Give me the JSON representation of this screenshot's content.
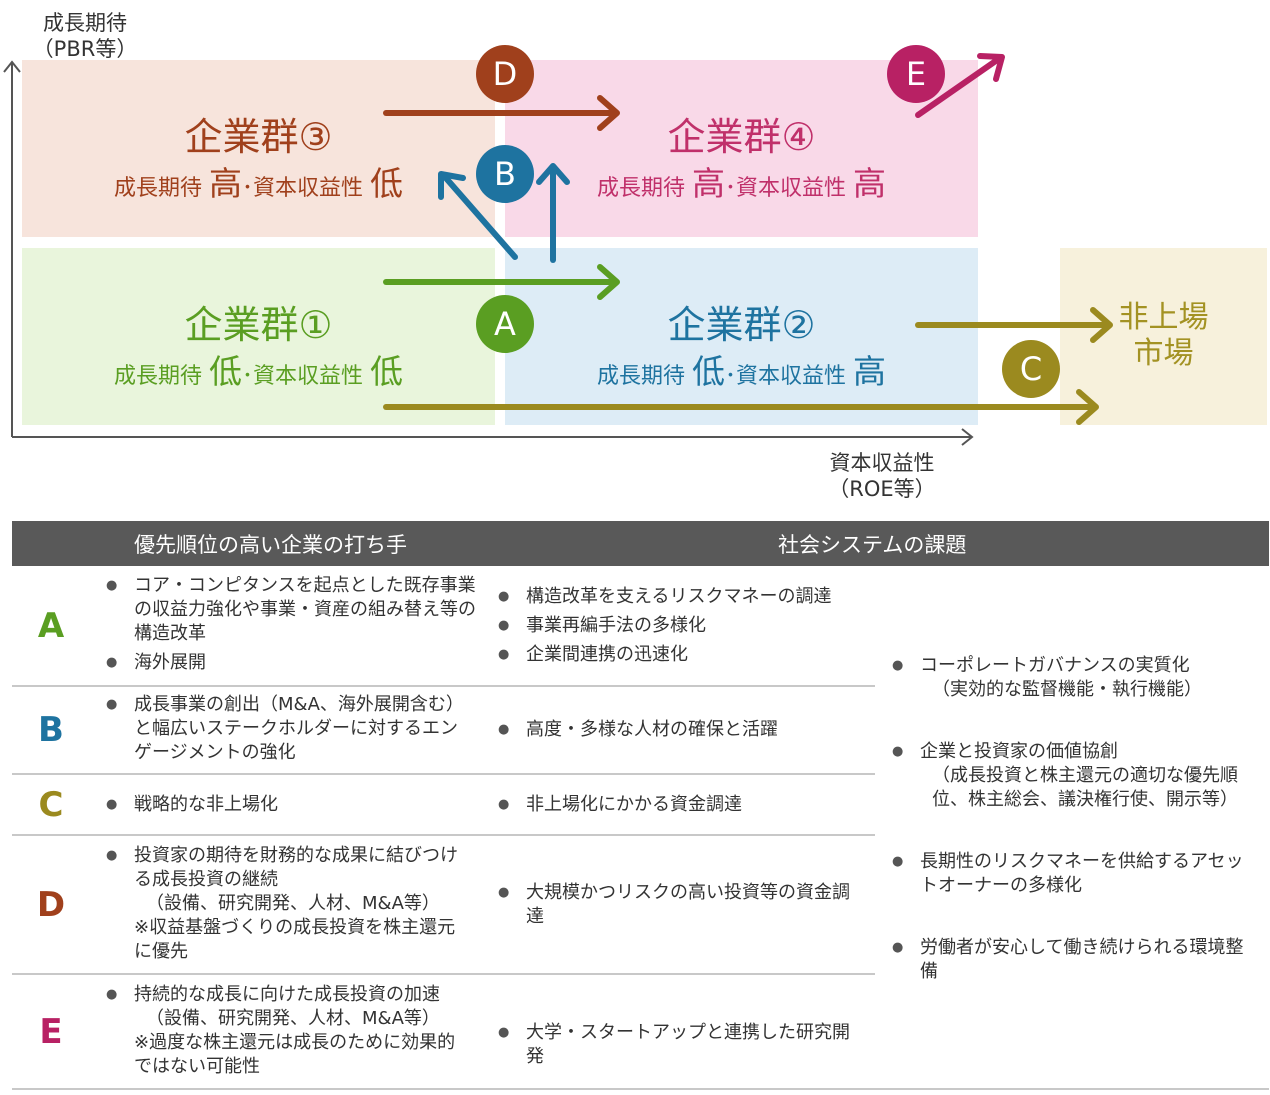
{
  "axes": {
    "y_label_line1": "成長期待",
    "y_label_line2": "（PBR等）",
    "x_label_line1": "資本収益性",
    "x_label_line2": "（ROE等）"
  },
  "groups": {
    "g3": {
      "title": "企業群③",
      "sub_a": "成長期待",
      "sub_b": "高",
      "sub_c": "･資本収益性",
      "sub_d": "低",
      "color": "#a0401c",
      "bg": "#f7e4dc"
    },
    "g4": {
      "title": "企業群④",
      "sub_a": "成長期待",
      "sub_b": "高",
      "sub_c": "･資本収益性",
      "sub_d": "高",
      "color": "#c0306a",
      "bg": "#f9d9e8"
    },
    "g1": {
      "title": "企業群①",
      "sub_a": "成長期待",
      "sub_b": "低",
      "sub_c": "･資本収益性",
      "sub_d": "低",
      "color": "#5a9e22",
      "bg": "#e9f5dc"
    },
    "g2": {
      "title": "企業群②",
      "sub_a": "成長期待",
      "sub_b": "低",
      "sub_c": "･資本収益性",
      "sub_d": "高",
      "color": "#1e73a0",
      "bg": "#ddecf6"
    },
    "unlisted": {
      "line1": "非上場",
      "line2": "市場",
      "color": "#a39223",
      "bg": "#f7f1dc"
    }
  },
  "markers": {
    "A": {
      "label": "A",
      "color": "#5a9e22"
    },
    "B": {
      "label": "B",
      "color": "#1e73a0"
    },
    "C": {
      "label": "C",
      "color": "#9b8a1f"
    },
    "D": {
      "label": "D",
      "color": "#a0401c"
    },
    "E": {
      "label": "E",
      "color": "#b82164"
    }
  },
  "table": {
    "col1_header": "優先順位の高い企業の打ち手",
    "col2_header": "社会システムの課題",
    "rows": [
      {
        "letter": "A",
        "color": "#5a9e22",
        "actions": [
          {
            "text": "コア・コンピタンスを起点とした既存事業の収益力強化や事業・資産の組み替え等の構造改革"
          },
          {
            "text": "海外展開"
          }
        ],
        "issues": [
          "構造改革を支えるリスクマネーの調達",
          "事業再編手法の多様化",
          "企業間連携の迅速化"
        ]
      },
      {
        "letter": "B",
        "color": "#1e73a0",
        "actions": [
          {
            "text": "成長事業の創出（M&A、海外展開含む）と幅広いステークホルダーに対するエンゲージメントの強化"
          }
        ],
        "issues": [
          "高度・多様な人材の確保と活躍"
        ]
      },
      {
        "letter": "C",
        "color": "#9b8a1f",
        "actions": [
          {
            "text": "戦略的な非上場化"
          }
        ],
        "issues": [
          "非上場化にかかる資金調達"
        ]
      },
      {
        "letter": "D",
        "color": "#a0401c",
        "actions": [
          {
            "text": "投資家の期待を財務的な成果に結びつける成長投資の継続",
            "note1": "（設備、研究開発、人材、M&A等）",
            "note2": "※収益基盤づくりの成長投資を株主還元に優先"
          }
        ],
        "issues": [
          "大規模かつリスクの高い投資等の資金調達"
        ]
      },
      {
        "letter": "E",
        "color": "#b82164",
        "actions": [
          {
            "text": "持続的な成長に向けた成長投資の加速",
            "note1": "（設備、研究開発、人材、M&A等）",
            "note2": "※過度な株主還元は成長のために効果的ではない可能性"
          }
        ],
        "issues": [
          "大学・スタートアップと連携した研究開発"
        ]
      }
    ],
    "system_issues": [
      {
        "text": "コーポレートガバナンスの実質化",
        "note": "（実効的な監督機能・執行機能）"
      },
      {
        "text": "企業と投資家の価値協創",
        "note": "（成長投資と株主還元の適切な優先順位、株主総会、議決権行使、開示等）"
      },
      {
        "text": "長期性のリスクマネーを供給するアセットオーナーの多様化",
        "note": ""
      },
      {
        "text": "労働者が安心して働き続けられる環境整備",
        "note": ""
      }
    ]
  }
}
